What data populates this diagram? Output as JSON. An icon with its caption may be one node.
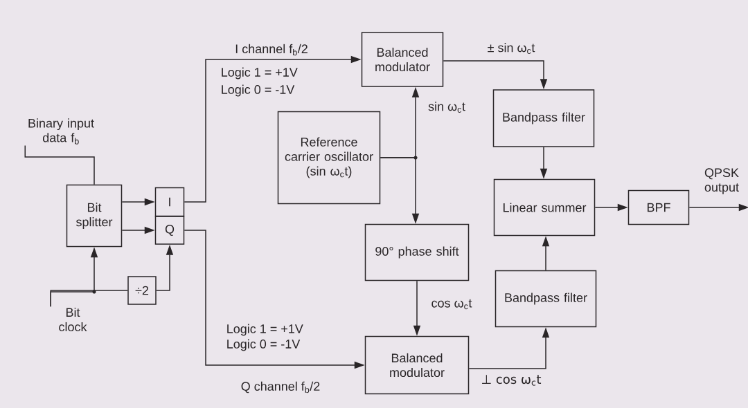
{
  "diagram": {
    "nodes": [
      {
        "text": [
          "Binary input data f$_{b}$"
        ]
      },
      {
        "text": [
          "Bit splitter"
        ]
      },
      {
        "text": [
          "I"
        ]
      },
      {
        "text": [
          "Q"
        ]
      },
      {
        "text": [
          "÷2"
        ]
      },
      {
        "text": [
          "Bit clock"
        ]
      },
      {
        "text": [
          "Balanced modulator"
        ]
      },
      {
        "text": [
          "Reference carrier oscillator (sin ω$_{c}$t)"
        ]
      },
      {
        "text": [
          "90° phase shift"
        ]
      },
      {
        "text": [
          "Balanced modulator"
        ]
      },
      {
        "text": [
          "Bandpass filter"
        ]
      },
      {
        "text": [
          "Linear summer"
        ]
      },
      {
        "text": [
          "Bandpass filter"
        ]
      },
      {
        "text": [
          "BPF"
        ]
      },
      {
        "text": [
          "QPSK output"
        ]
      }
    ],
    "edges": [
      {
        "from": 0,
        "to": 1,
        "arrow": "none"
      },
      {
        "from": 1,
        "to": 2,
        "arrow": "to"
      },
      {
        "from": 1,
        "to": 3,
        "arrow": "to"
      },
      {
        "from": 5,
        "to": 1,
        "arrow": "to"
      },
      {
        "from": 5,
        "to": 4,
        "arrow": "none"
      },
      {
        "from": 4,
        "to": 3,
        "arrow": "to"
      },
      {
        "from": 2,
        "to": 6,
        "arrow": "to",
        "label": "I channel f$_{b}$/2"
      },
      {
        "from": 3,
        "to": 9,
        "arrow": "to",
        "label": "Q channel f$_{b}$/2"
      },
      {
        "from": 7,
        "to": 6,
        "arrow": "to",
        "label": "sin ω$_{c}$t"
      },
      {
        "from": 7,
        "to": 8,
        "arrow": "to"
      },
      {
        "from": 8,
        "to": 9,
        "arrow": "to",
        "label": "cos ω$_{c}$t"
      },
      {
        "from": 6,
        "to": 10,
        "arrow": "to",
        "label": "± sin ω$_{c}$t"
      },
      {
        "from": 9,
        "to": 12,
        "arrow": "to",
        "label": "⊥ cos ω$_{c}$t"
      },
      {
        "from": 10,
        "to": 11,
        "arrow": "to"
      },
      {
        "from": 12,
        "to": 11,
        "arrow": "to"
      },
      {
        "from": 11,
        "to": 13,
        "arrow": "to"
      },
      {
        "from": 13,
        "to": 14,
        "arrow": "to"
      }
    ],
    "labels": [
      "Logic 1 = +1V",
      "Logic 0 = -1V",
      "Logic 1 = +1V",
      "Logic 0 = -1V"
    ]
  }
}
